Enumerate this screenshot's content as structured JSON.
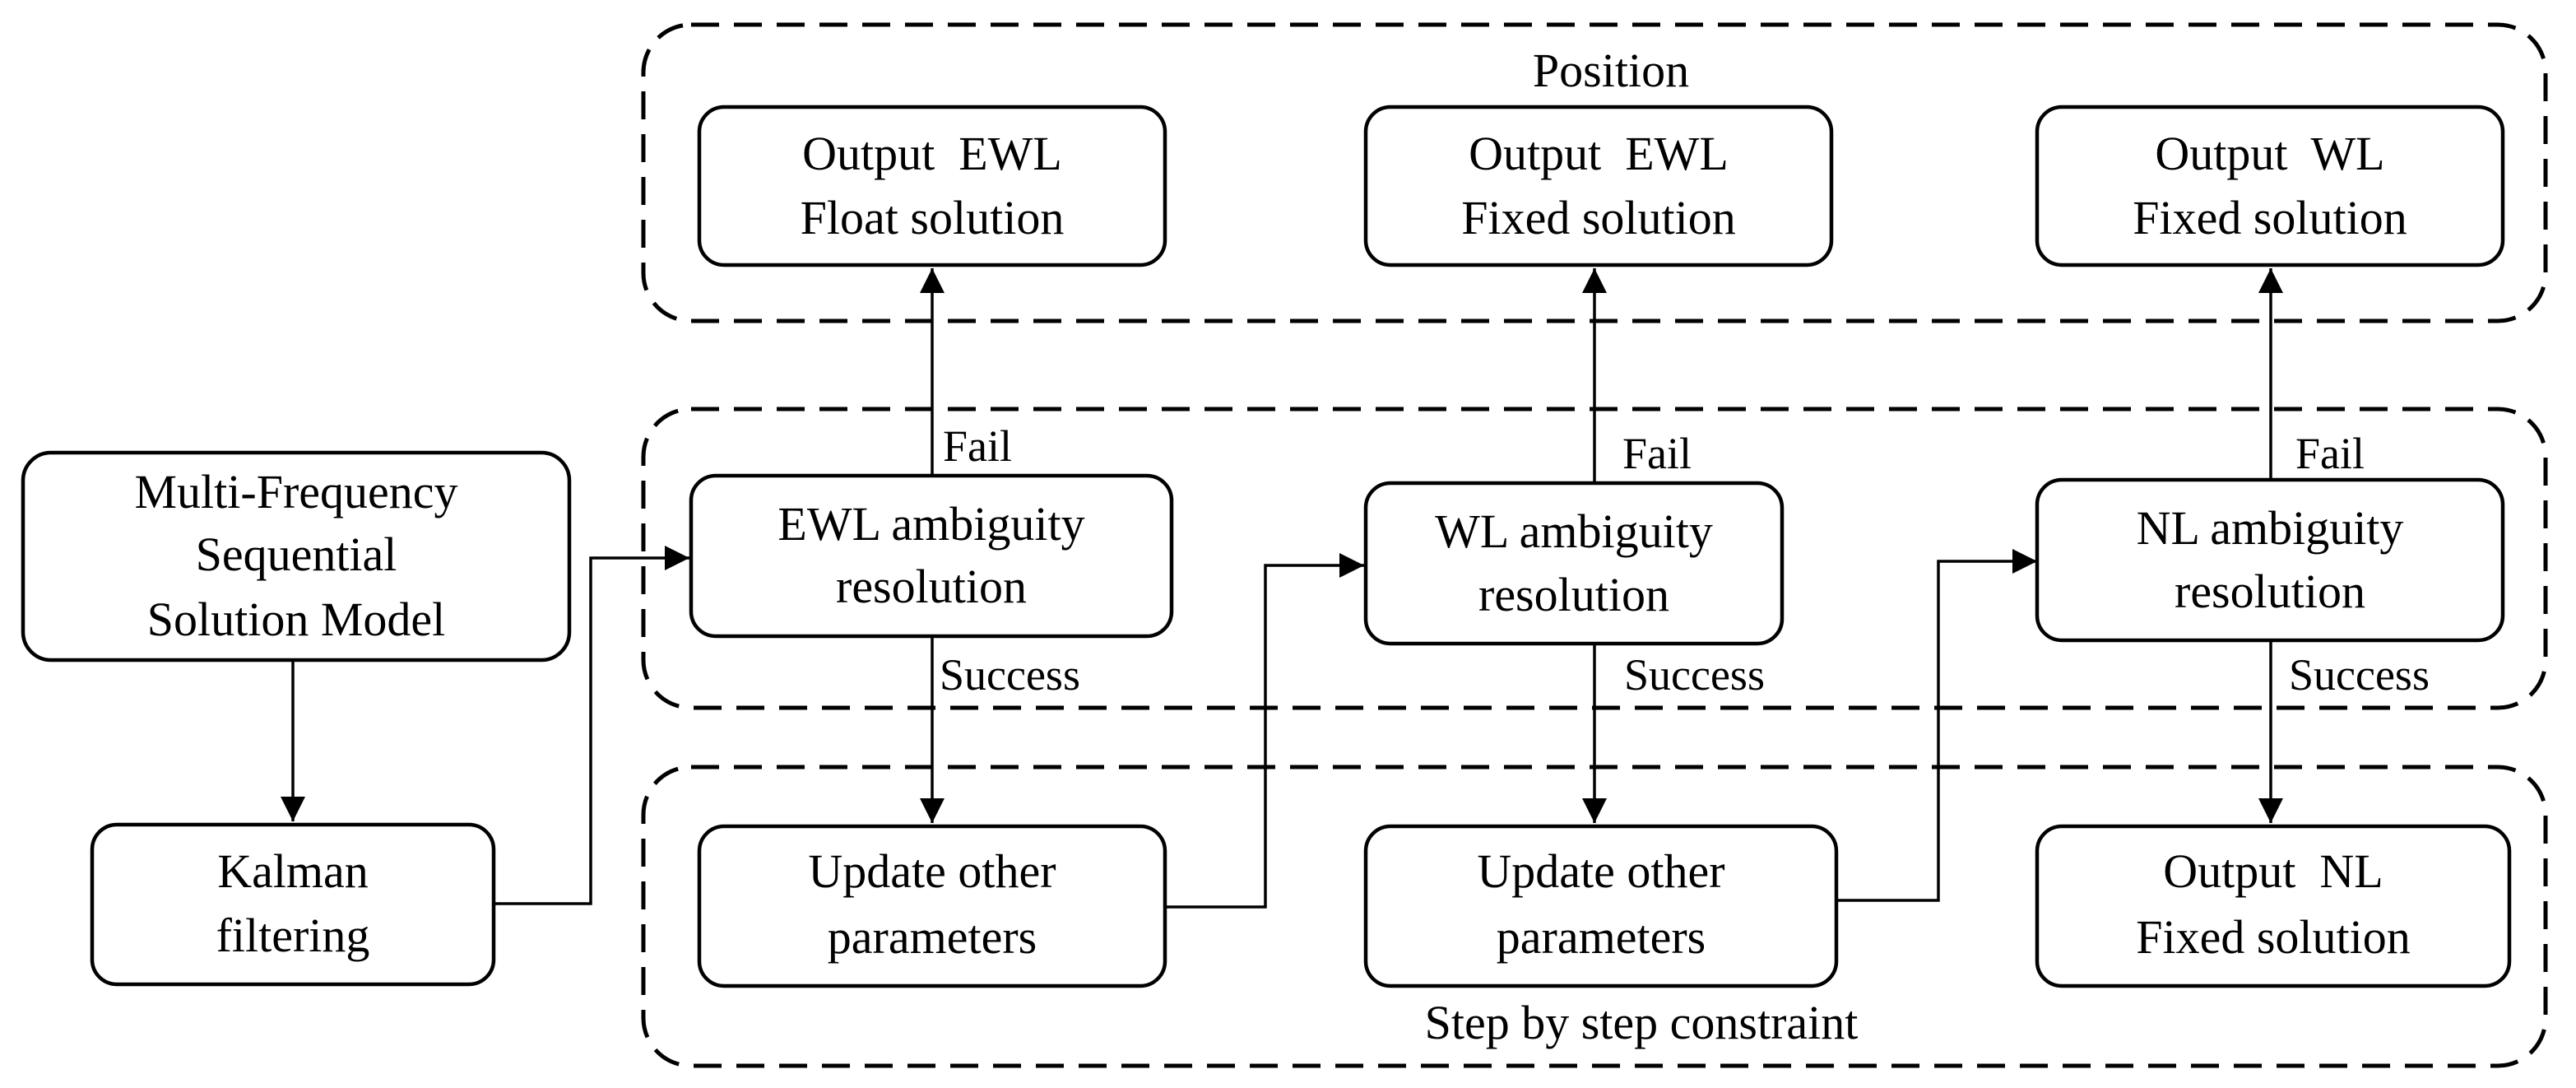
{
  "groups": {
    "position": "Position",
    "step_constraint": "Step by step constraint"
  },
  "nodes": {
    "model": [
      "Multi-Frequency",
      "Sequential",
      "Solution Model"
    ],
    "kalman": [
      "Kalman",
      "filtering"
    ],
    "ewl_float": [
      "Output  EWL",
      "Float solution"
    ],
    "ewl_fixed": [
      "Output  EWL",
      "Fixed solution"
    ],
    "wl_fixed": [
      "Output  WL",
      "Fixed solution"
    ],
    "ewl_ar": [
      "EWL ambiguity",
      "resolution"
    ],
    "wl_ar": [
      "WL ambiguity",
      "resolution"
    ],
    "nl_ar": [
      "NL ambiguity",
      "resolution"
    ],
    "update1": [
      "Update other",
      "parameters"
    ],
    "update2": [
      "Update other",
      "parameters"
    ],
    "nl_fixed": [
      "Output  NL",
      "Fixed solution"
    ]
  },
  "labels": {
    "fail": "Fail",
    "success": "Success"
  }
}
